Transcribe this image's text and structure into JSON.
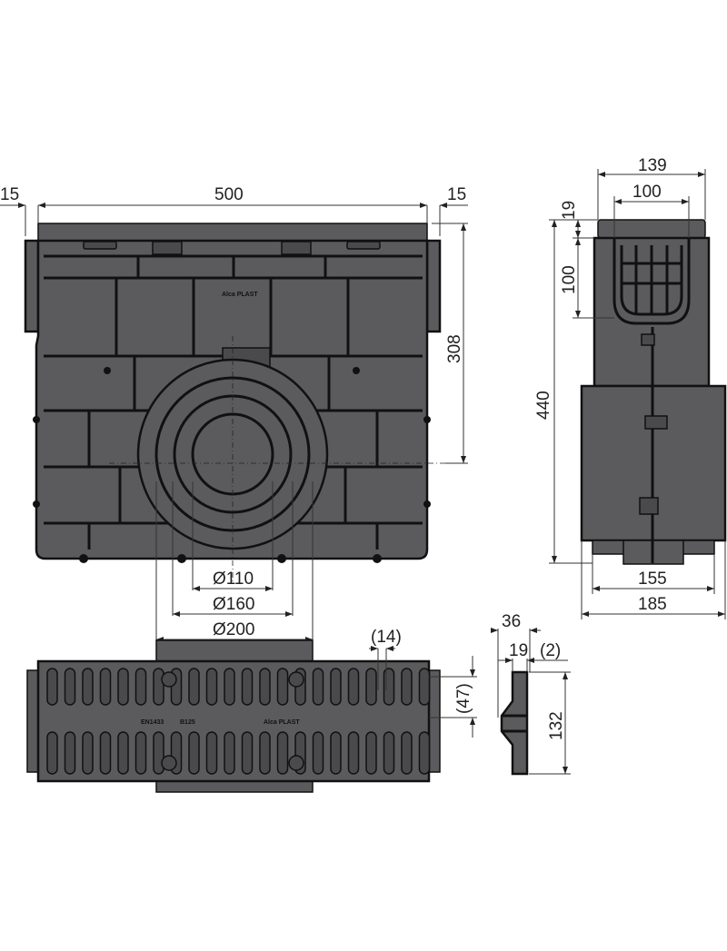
{
  "front_view": {
    "dim_left_flange": "15",
    "dim_width": "500",
    "dim_right_flange": "15",
    "dim_height": "308",
    "dim_d110": "Ø110",
    "dim_d160": "Ø160",
    "dim_d200": "Ø200",
    "logo": "Alca PLAST"
  },
  "side_view": {
    "dim_top_outer": "139",
    "dim_top_inner": "100",
    "dim_lip": "19",
    "dim_basket": "100",
    "dim_total_height": "440",
    "dim_bottom_inner": "155",
    "dim_bottom_outer": "185"
  },
  "grate": {
    "dim_slot": "(14)",
    "dim_bar": "(47)",
    "marking_standard": "EN1433",
    "marking_class": "B125",
    "logo": "Alca PLAST"
  },
  "grate_profile": {
    "dim_total": "36",
    "dim_thickness": "19",
    "dim_offset": "(2)",
    "dim_height": "132"
  }
}
